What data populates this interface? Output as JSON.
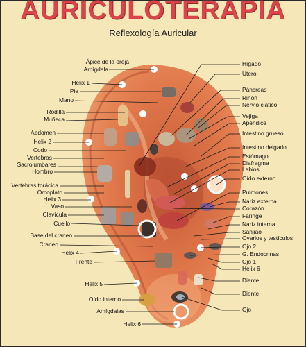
{
  "header": {
    "title": "AURICULOTERAPIA",
    "subtitle": "Reflexología Auricular"
  },
  "labels_left": [
    {
      "id": "apice",
      "text": "Ápice de la oreja"
    },
    {
      "id": "amigdala",
      "text": "Amígdala"
    },
    {
      "id": "helix1",
      "text": "Helix  1"
    },
    {
      "id": "pie",
      "text": "Pie"
    },
    {
      "id": "mano",
      "text": "Mano"
    },
    {
      "id": "rodilla",
      "text": "Rodilla"
    },
    {
      "id": "muneca",
      "text": "Muñeca"
    },
    {
      "id": "abdomen",
      "text": "Abdomen"
    },
    {
      "id": "helix2",
      "text": "Helix 2"
    },
    {
      "id": "codo",
      "text": "Codo"
    },
    {
      "id": "vertebras",
      "text": "Vertebras"
    },
    {
      "id": "sacrolumbares",
      "text": "Sacrolumbares"
    },
    {
      "id": "hombro",
      "text": "Hombro"
    },
    {
      "id": "toracica",
      "text": "Vertebras torácica"
    },
    {
      "id": "omoplato",
      "text": "Omoplato"
    },
    {
      "id": "helix3",
      "text": "Helix 3"
    },
    {
      "id": "vaso",
      "text": "Vaso"
    },
    {
      "id": "clavicula",
      "text": "Clavícula"
    },
    {
      "id": "cuello",
      "text": "Cuello"
    },
    {
      "id": "basecraneo",
      "text": "Base del craneo"
    },
    {
      "id": "craneo",
      "text": "Craneo"
    },
    {
      "id": "helix4",
      "text": "Helix 4"
    },
    {
      "id": "frente",
      "text": "Frente"
    },
    {
      "id": "helix5",
      "text": "Helix 5"
    },
    {
      "id": "oidointerno",
      "text": "Oído interno"
    },
    {
      "id": "amigdalas",
      "text": "Amígdalas"
    },
    {
      "id": "helix6",
      "text": "Helix 6"
    }
  ],
  "labels_right": [
    {
      "id": "higado",
      "text": "Hígado"
    },
    {
      "id": "utero",
      "text": "Utero"
    },
    {
      "id": "pancreas",
      "text": "Páncreas"
    },
    {
      "id": "rinon",
      "text": "Riñón"
    },
    {
      "id": "nervio",
      "text": "Nervio ciático"
    },
    {
      "id": "vejiga",
      "text": "Vejiga"
    },
    {
      "id": "apendice",
      "text": "Apéndice"
    },
    {
      "id": "intgrueso",
      "text": "Intestino grueso"
    },
    {
      "id": "intdelgado",
      "text": "Intestino delgado"
    },
    {
      "id": "estomago",
      "text": "Estómago"
    },
    {
      "id": "diafragma",
      "text": "Diafragma"
    },
    {
      "id": "labios",
      "text": "Labios"
    },
    {
      "id": "oidoexterno",
      "text": "Oído externo"
    },
    {
      "id": "pulmones",
      "text": "Pulmones"
    },
    {
      "id": "narizexterna",
      "text": "Nariz externa"
    },
    {
      "id": "corazon",
      "text": "Corazón"
    },
    {
      "id": "faringe",
      "text": "Faringe"
    },
    {
      "id": "narizinterna",
      "text": "Nariz interna"
    },
    {
      "id": "sanjiao",
      "text": "Sanjiao"
    },
    {
      "id": "ovarios",
      "text": "Ovarios y testículos"
    },
    {
      "id": "ojo2",
      "text": "Ojo 2"
    },
    {
      "id": "gendocrinas",
      "text": "G. Endocrinas"
    },
    {
      "id": "ojo1",
      "text": "Ojo 1"
    },
    {
      "id": "helix6r",
      "text": "Helix 6"
    },
    {
      "id": "diente1",
      "text": "Diente"
    },
    {
      "id": "diente2",
      "text": "Diente"
    },
    {
      "id": "ojo",
      "text": "Ojo"
    }
  ],
  "colors": {
    "background": "#f6e7b8",
    "title": "#d9454a",
    "ear_outer": "#e98855",
    "ear_inner": "#c85a38",
    "lines": "#1a1a1a"
  }
}
